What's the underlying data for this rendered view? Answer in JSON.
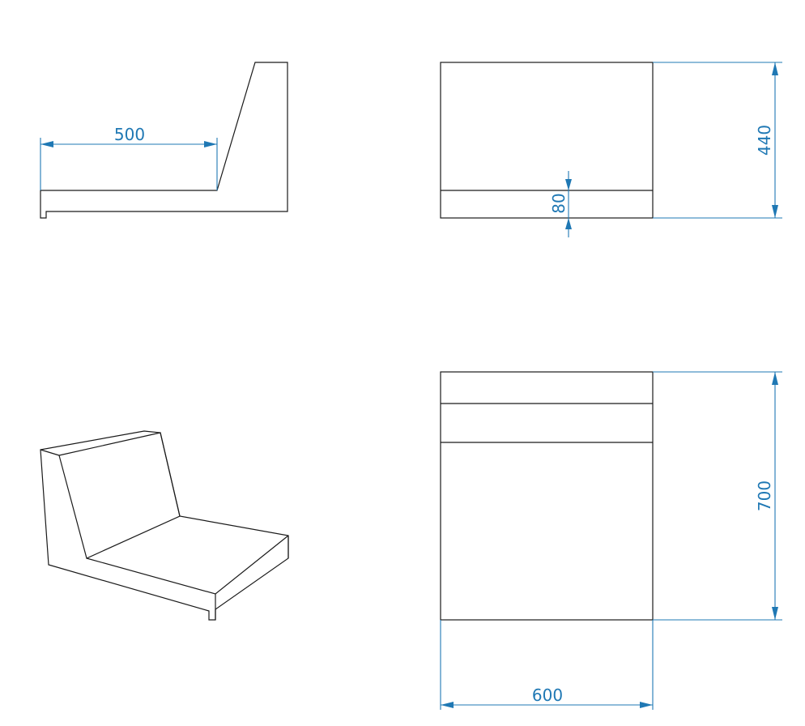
{
  "dimensions": {
    "seat_depth": "500",
    "total_height": "440",
    "seat_thickness": "80",
    "total_depth": "700",
    "width": "600"
  },
  "colors": {
    "dimension": "#1f78b4",
    "outline": "#1a1a1a",
    "background": "#ffffff"
  }
}
